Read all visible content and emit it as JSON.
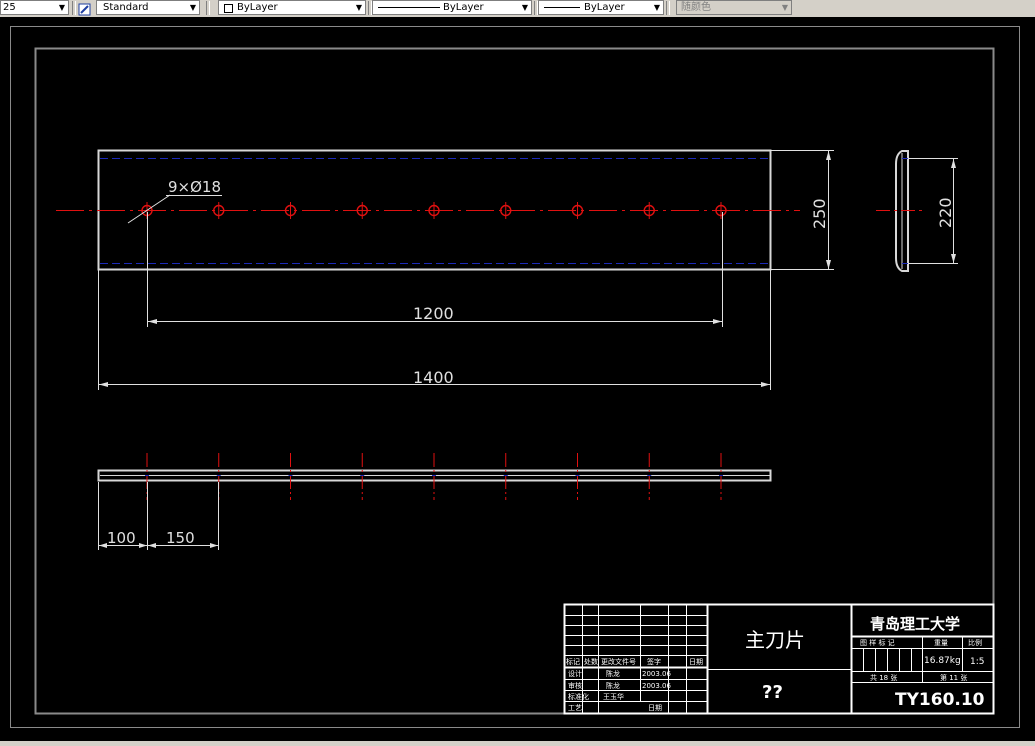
{
  "toolbar": {
    "scale_value": "25",
    "textstyle_value": "Standard",
    "layer_value": "ByLayer",
    "linetype_value": "ByLayer",
    "lineweight_value": "ByLayer",
    "plotstyle_value": "随颜色"
  },
  "drawing": {
    "hole_note": "9×Ø18",
    "dim_height_front": "250",
    "dim_height_side": "220",
    "dim_hole_span": "1200",
    "dim_total_length": "1400",
    "dim_edge_offset": "100",
    "dim_hole_pitch": "150",
    "hole_count": 9
  },
  "title_block": {
    "part_name": "主刀片",
    "material_mark": "??",
    "school": "青岛理工大学",
    "header_cols": [
      "标记",
      "处数",
      "更改文件号",
      "签字",
      "日期"
    ],
    "design_label": "设计",
    "design_name": "陈龙",
    "design_date": "2003.06",
    "check_label": "审核",
    "check_name": "陈龙",
    "check_date": "2003.06",
    "std_label": "标准化",
    "std_name": "王玉华",
    "craft_label": "工艺",
    "date_label": "日期",
    "stage_cols": [
      "图样标记",
      "重量",
      "比例"
    ],
    "stage_label": "图 样 标 记",
    "weight_label": "重量",
    "scale_label": "比例",
    "weight": "16.87kg",
    "scale": "1:5",
    "total_label": "共 18 张",
    "sheet_label": "第 11 张",
    "drawing_no": "TY160.10"
  },
  "colors": {
    "part_outline": "#d8d8d8",
    "center_line": "#e01010",
    "hidden_line": "#1c2ab8",
    "frame": "#8a8a8a",
    "title_block": "#ffffff"
  }
}
